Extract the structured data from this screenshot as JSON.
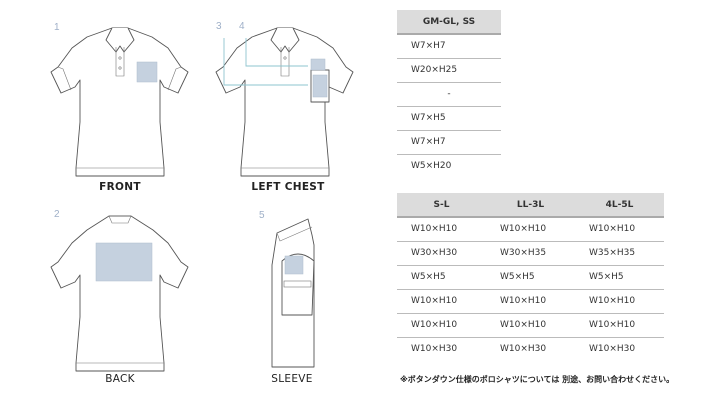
{
  "figures": [
    {
      "id": "front",
      "number": "1",
      "label": "FRONT"
    },
    {
      "id": "left-chest",
      "numbers": [
        "3",
        "4"
      ],
      "label": "LEFT CHEST"
    },
    {
      "id": "back",
      "number": "2",
      "label": "BACK"
    },
    {
      "id": "sleeve",
      "number": "5",
      "label": "SLEEVE"
    }
  ],
  "table_gm": {
    "header": "GM-GL, SS",
    "rows": [
      "W7×H7",
      "W20×H25",
      "-",
      "W7×H5",
      "W7×H7",
      "W5×H20"
    ]
  },
  "table_sizes": {
    "headers": [
      "S-L",
      "LL-3L",
      "4L-5L"
    ],
    "rows": [
      [
        "W10×H10",
        "W10×H10",
        "W10×H10"
      ],
      [
        "W30×H30",
        "W30×H35",
        "W35×H35"
      ],
      [
        "W5×H5",
        "W5×H5",
        "W5×H5"
      ],
      [
        "W10×H10",
        "W10×H10",
        "W10×H10"
      ],
      [
        "W10×H10",
        "W10×H10",
        "W10×H10"
      ],
      [
        "W10×H30",
        "W10×H30",
        "W10×H30"
      ]
    ]
  },
  "note": "※ボタンダウン仕様のポロシャツについては 別途、お問い合わせください。",
  "colors": {
    "zone": "#c5d1df",
    "leader": "#8ec4cf",
    "header_bg": "#dcdcdc",
    "figure_number": "#9fb0c8"
  }
}
